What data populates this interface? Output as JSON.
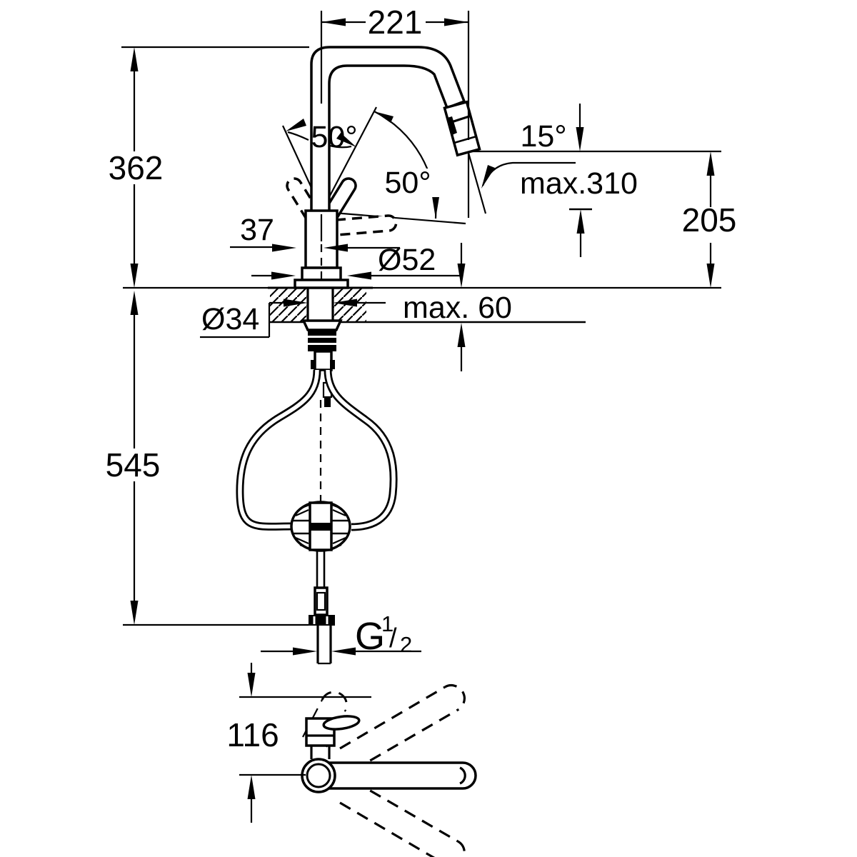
{
  "drawing": {
    "type": "technical-dimension-drawing",
    "subject": "kitchen faucet with pull-out spray, side view and top view",
    "units": "mm",
    "colors": {
      "line": "#000000",
      "background": "#ffffff"
    },
    "dimensions": {
      "spout_reach": "221",
      "spout_height": "362",
      "hose_length": "545",
      "handle_angle_left": "50°",
      "handle_angle_right": "50°",
      "head_angle": "15°",
      "max_pullout_height": "max.310",
      "outlet_height": "205",
      "body_width": "37",
      "base_diameter": "Ø52",
      "hole_diameter": "Ø34",
      "max_deck_thickness": "max. 60",
      "swivel_depth": "116",
      "thread_g": "G",
      "thread_num": "1",
      "thread_slash": "/",
      "thread_den": "2"
    }
  }
}
